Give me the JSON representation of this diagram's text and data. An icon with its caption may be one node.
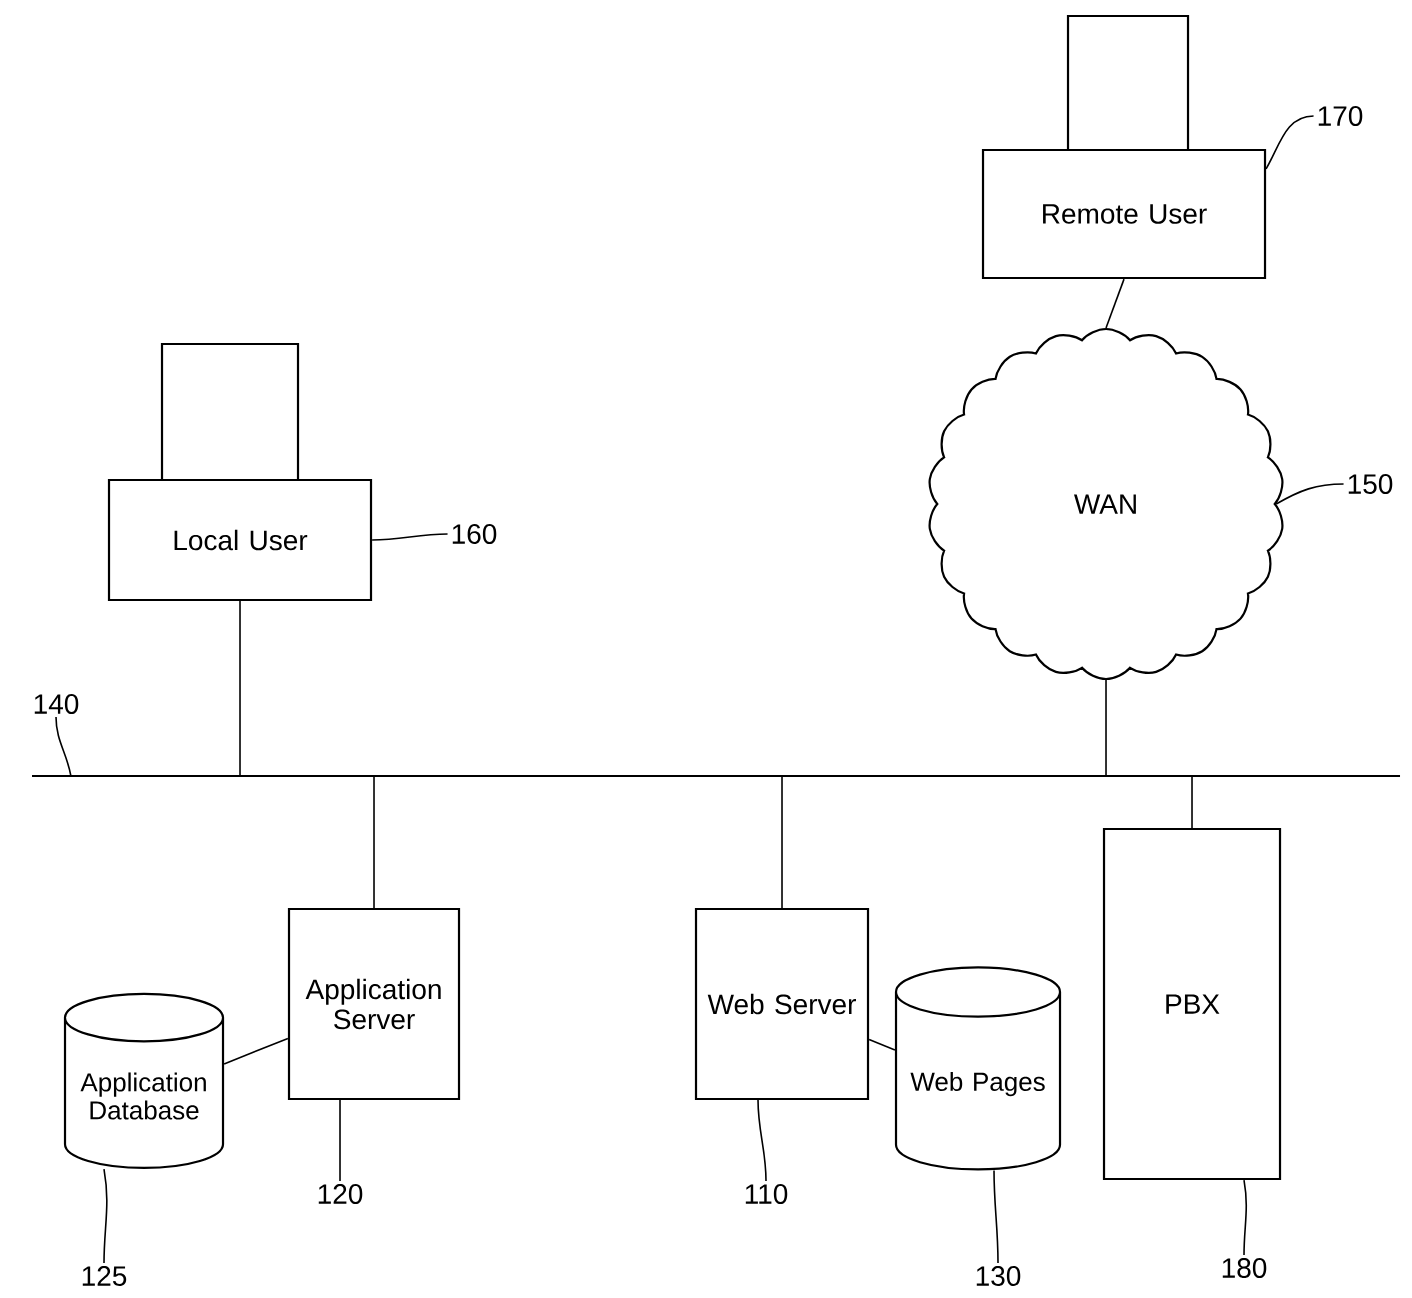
{
  "diagram": {
    "nodes": [
      {
        "text": [
          "Remote User"
        ]
      },
      {
        "text": [
          "WAN"
        ]
      },
      {
        "text": [
          "Local User"
        ]
      },
      {
        "text": [],
        "shape": "bar"
      },
      {
        "text": [
          "Application Server"
        ]
      },
      {
        "text": [
          "Application Database"
        ]
      },
      {
        "text": [
          "Web Server"
        ]
      },
      {
        "text": [
          "Web Pages"
        ]
      },
      {
        "text": [
          "PBX"
        ]
      },
      {
        "text": [
          "170"
        ]
      },
      {
        "text": [
          "150"
        ]
      },
      {
        "text": [
          "160"
        ]
      },
      {
        "text": [
          "140"
        ]
      },
      {
        "text": [
          "120"
        ]
      },
      {
        "text": [
          "125"
        ]
      },
      {
        "text": [
          "110"
        ]
      },
      {
        "text": [
          "130"
        ]
      },
      {
        "text": [
          "180"
        ]
      }
    ],
    "edges": [
      {
        "from": 0,
        "to": 1,
        "arrow": "none"
      },
      {
        "from": 1,
        "to": 3,
        "arrow": "none"
      },
      {
        "from": 2,
        "to": 3,
        "arrow": "none"
      },
      {
        "from": 3,
        "to": 4,
        "arrow": "none"
      },
      {
        "from": 5,
        "to": 4,
        "arrow": "none"
      },
      {
        "from": 3,
        "to": 6,
        "arrow": "none"
      },
      {
        "from": 6,
        "to": 7,
        "arrow": "none"
      },
      {
        "from": 3,
        "to": 8,
        "arrow": "none"
      },
      {
        "from": 9,
        "to": 0,
        "arrow": "none"
      },
      {
        "from": 10,
        "to": 1,
        "arrow": "none"
      },
      {
        "from": 11,
        "to": 2,
        "arrow": "none"
      },
      {
        "from": 12,
        "to": 3,
        "arrow": "none"
      },
      {
        "from": 13,
        "to": 4,
        "arrow": "none"
      },
      {
        "from": 14,
        "to": 5,
        "arrow": "none"
      },
      {
        "from": 15,
        "to": 6,
        "arrow": "none"
      },
      {
        "from": 16,
        "to": 7,
        "arrow": "none"
      },
      {
        "from": 17,
        "to": 8,
        "arrow": "none"
      }
    ]
  }
}
